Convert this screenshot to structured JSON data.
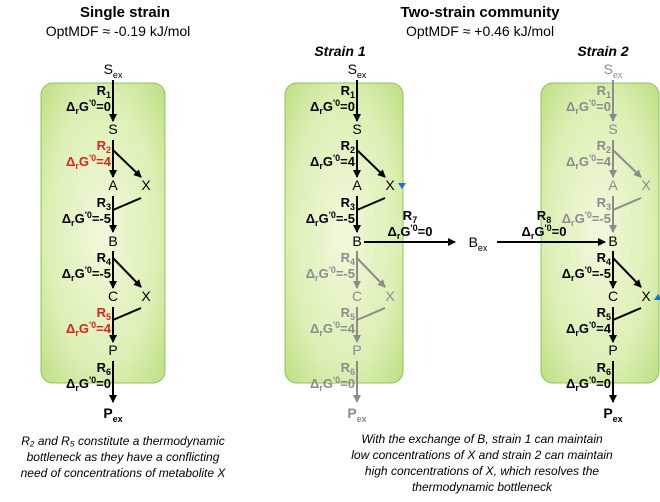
{
  "colors": {
    "black": "#000000",
    "gray": "#8c8c8c",
    "red": "#e0201c",
    "blue": "#1a73c9",
    "box_fill_center": "#eef7d3",
    "box_fill_edge": "#b8df79",
    "box_border": "#8fc45a"
  },
  "single": {
    "title": "Single strain",
    "optmdf": "OptMDF ≈ -0.19 kJ/mol",
    "caption": [
      "R₂ and R₅ constitute a thermodynamic",
      "bottleneck as they have a conflicting",
      "need of concentrations of metabolite X"
    ]
  },
  "community": {
    "title": "Two-strain community",
    "optmdf": "OptMDF ≈ +0.46 kJ/mol",
    "caption": [
      "With the exchange of B, strain 1 can maintain",
      "low concentrations of X and strain 2 can maintain",
      "high concentrations of X, which resolves the",
      "thermodynamic bottleneck"
    ]
  },
  "strain_labels": [
    "Strain 1",
    "Strain 2"
  ],
  "metabolites": {
    "s_ex": {
      "base": "S",
      "sub": "ex"
    },
    "s": "S",
    "a": "A",
    "x": "X",
    "b": "B",
    "c": "C",
    "p": "P",
    "p_ex": {
      "base": "P",
      "sub": "ex"
    },
    "b_ex": {
      "base": "B",
      "sub": "ex"
    }
  },
  "reactions": {
    "r1": {
      "name": "R",
      "num": "1",
      "dg": "0"
    },
    "r2": {
      "name": "R",
      "num": "2",
      "dg": "4"
    },
    "r3": {
      "name": "R",
      "num": "3",
      "dg": "-5"
    },
    "r4": {
      "name": "R",
      "num": "4",
      "dg": "-5"
    },
    "r5": {
      "name": "R",
      "num": "5",
      "dg": "4"
    },
    "r6": {
      "name": "R",
      "num": "6",
      "dg": "0"
    },
    "r7": {
      "name": "R",
      "num": "7",
      "dg": "0"
    },
    "r8": {
      "name": "R",
      "num": "8",
      "dg": "0"
    }
  },
  "dg_symbol": {
    "delta": "Δ",
    "r": "r",
    "g": "G",
    "prime": "'0",
    "eq": "="
  },
  "pathways": [
    {
      "id": "single",
      "colors": {
        "r1": "black",
        "r2": "red",
        "r3": "black",
        "r4": "black",
        "r5": "red",
        "r6": "black",
        "s_ex": "black",
        "s": "black",
        "a": "black",
        "b": "black",
        "c": "black",
        "p": "black",
        "p_ex": "black",
        "x1": "black",
        "x2": "black"
      },
      "triangle": null
    },
    {
      "id": "strain1",
      "colors": {
        "r1": "black",
        "r2": "black",
        "r3": "black",
        "r4": "gray",
        "r5": "gray",
        "r6": "gray",
        "s_ex": "black",
        "s": "black",
        "a": "black",
        "b": "black",
        "c": "gray",
        "p": "gray",
        "p_ex": "gray",
        "x1": "black",
        "x2": "gray"
      },
      "triangle": {
        "position": "x1",
        "direction": "down"
      }
    },
    {
      "id": "strain2",
      "colors": {
        "r1": "gray",
        "r2": "gray",
        "r3": "gray",
        "r4": "black",
        "r5": "black",
        "r6": "black",
        "s_ex": "gray",
        "s": "gray",
        "a": "gray",
        "b": "black",
        "c": "black",
        "p": "black",
        "p_ex": "black",
        "x1": "gray",
        "x2": "black"
      },
      "triangle": {
        "position": "x2",
        "direction": "up"
      }
    }
  ]
}
